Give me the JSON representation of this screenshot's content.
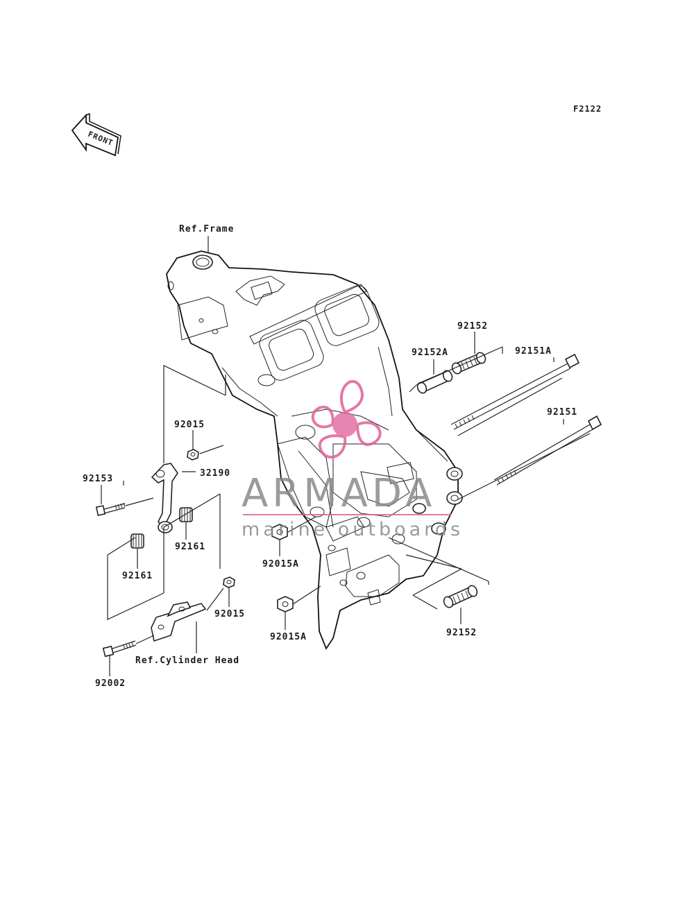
{
  "figure_code": "F2122",
  "front_arrow_label": "FRONT",
  "ref_frame": "Ref.Frame",
  "ref_cylinder_head": "Ref.Cylinder Head",
  "watermark": {
    "brand": "ARMADA",
    "tagline": "marine outboards",
    "accent_color": "#e0609a"
  },
  "callouts": {
    "p92015_top": "92015",
    "p32190": "32190",
    "p92153": "92153",
    "p92161_right": "92161",
    "p92161_left": "92161",
    "p92015_bottom": "92015",
    "p92002": "92002",
    "p92015A_upper": "92015A",
    "p92015A_lower": "92015A",
    "p92152_top": "92152",
    "p92152A": "92152A",
    "p92151A": "92151A",
    "p92151": "92151",
    "p92152_bottom": "92152"
  }
}
